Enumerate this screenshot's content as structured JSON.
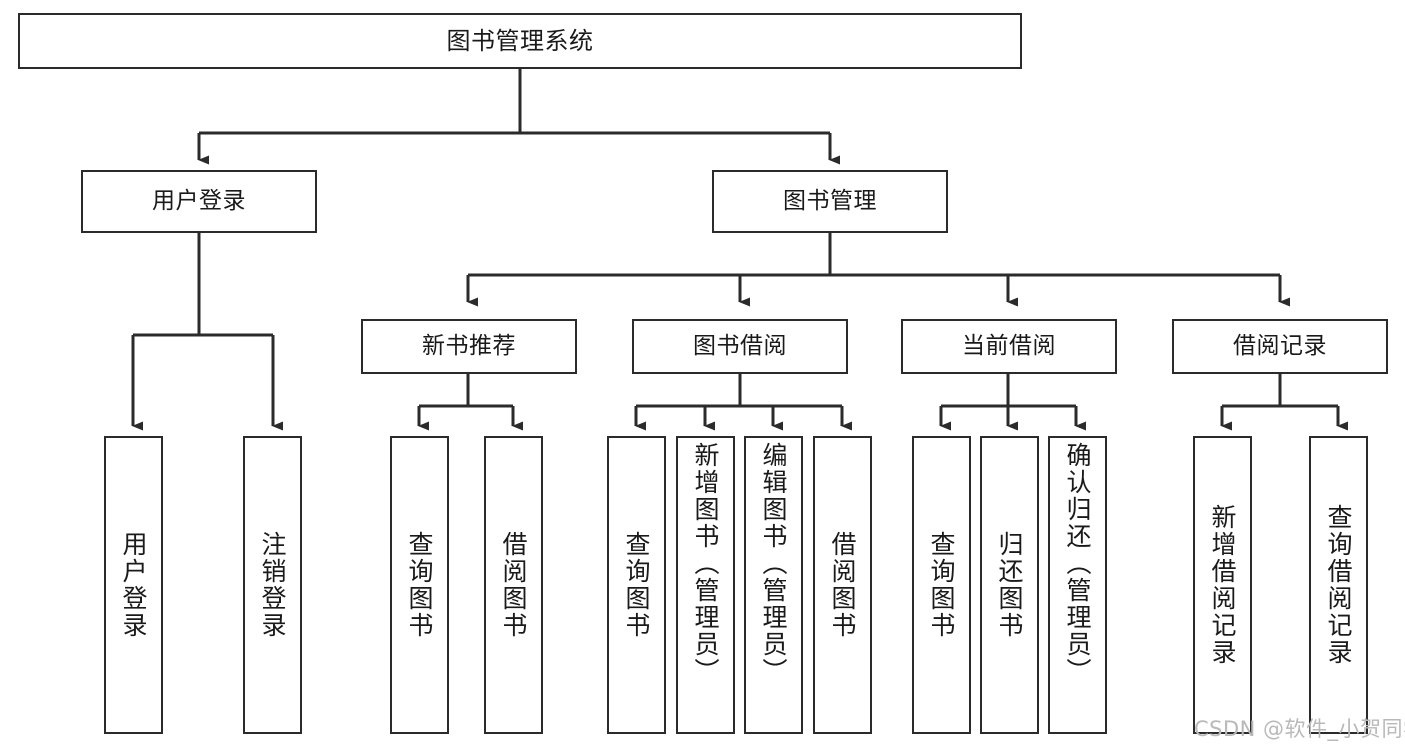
{
  "diagram": {
    "title": "图书管理系统",
    "type": "tree-hierarchy",
    "watermark": "CSDN @软件_小贺同学",
    "colors": {
      "stroke": "#2b2b2b",
      "fill": "#ffffff",
      "text": "#1a1a1a",
      "watermark": "#b9b9b9"
    },
    "levels": {
      "root": {
        "label": "图书管理系统"
      },
      "level2": [
        {
          "label": "用户登录"
        },
        {
          "label": "图书管理"
        }
      ],
      "level3": [
        {
          "label": "新书推荐"
        },
        {
          "label": "图书借阅"
        },
        {
          "label": "当前借阅"
        },
        {
          "label": "借阅记录"
        }
      ],
      "leaves": {
        "user_login": [
          {
            "label": "用户登录"
          },
          {
            "label": "注销登录"
          }
        ],
        "new_book_recommend": [
          {
            "label": "查询图书"
          },
          {
            "label": "借阅图书"
          }
        ],
        "book_borrow": [
          {
            "label": "查询图书"
          },
          {
            "label": "新增图书（管理员）"
          },
          {
            "label": "编辑图书（管理员）"
          },
          {
            "label": "借阅图书"
          }
        ],
        "current_borrow": [
          {
            "label": "查询图书"
          },
          {
            "label": "归还图书"
          },
          {
            "label": "确认归还（管理员）"
          }
        ],
        "borrow_records": [
          {
            "label": "新增借阅记录"
          },
          {
            "label": "查询借阅记录"
          }
        ]
      }
    }
  }
}
